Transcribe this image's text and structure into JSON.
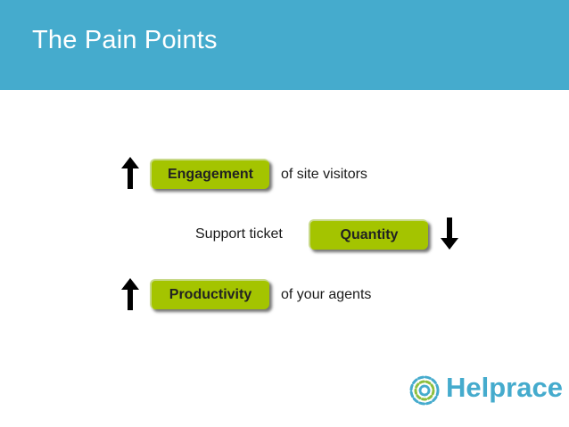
{
  "header": {
    "title": "The Pain Points"
  },
  "rows": [
    {
      "label": "Engagement",
      "text": "of site visitors",
      "direction": "up"
    },
    {
      "label": "Quantity",
      "text": "Support ticket",
      "direction": "down"
    },
    {
      "label": "Productivity",
      "text": "of your agents",
      "direction": "up"
    }
  ],
  "brand": {
    "name": "Helprace"
  },
  "colors": {
    "header": "#45abcd",
    "pill": "#a4c400",
    "brand": "#45abcd",
    "logo_green": "#8dbf3f"
  },
  "icons": [
    "arrow-up-icon",
    "arrow-down-icon",
    "helprace-logo-icon"
  ]
}
